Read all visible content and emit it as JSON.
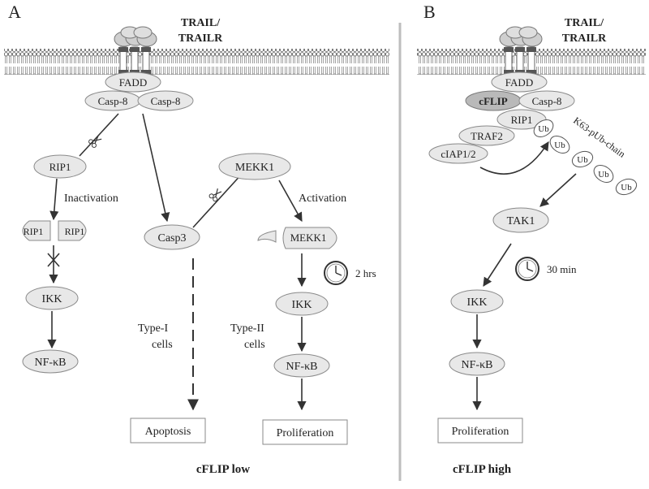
{
  "panel_a": {
    "letter": "A",
    "receptor_line1": "TRAIL/",
    "receptor_line2": "TRAILR",
    "fadd": "FADD",
    "casp8_left": "Casp-8",
    "casp8_right": "Casp-8",
    "rip1": "RIP1",
    "inactivation": "Inactivation",
    "rip1_frag_left": "RIP1",
    "rip1_frag_right": "RIP1",
    "ikk": "IKK",
    "nfkb": "NF-κB",
    "casp3": "Casp3",
    "mekk1": "MEKK1",
    "activation": "Activation",
    "mekk1_cleaved": "MEKK1",
    "time": "2 hrs",
    "ikk2": "IKK",
    "nfkb2": "NF-κB",
    "type1_line1": "Type-I",
    "type1_line2": "cells",
    "type2_line1": "Type-II",
    "type2_line2": "cells",
    "apoptosis": "Apoptosis",
    "proliferation": "Proliferation",
    "footer": "cFLIP low"
  },
  "panel_b": {
    "letter": "B",
    "receptor_line1": "TRAIL/",
    "receptor_line2": "TRAILR",
    "fadd": "FADD",
    "cflip": "cFLIP",
    "casp8": "Casp-8",
    "rip1": "RIP1",
    "traf2": "TRAF2",
    "ciap": "cIAP1/2",
    "chain_label": "K63-pUb-chain",
    "ub": [
      "Ub",
      "Ub",
      "Ub",
      "Ub",
      "Ub"
    ],
    "tak1": "TAK1",
    "time": "30 min",
    "ikk": "IKK",
    "nfkb": "NF-κB",
    "proliferation": "Proliferation",
    "footer": "cFLIP high"
  },
  "colors": {
    "node_fill": "#e8e8e8",
    "cflip_fill": "#b9b9b9",
    "stroke": "#333333"
  }
}
